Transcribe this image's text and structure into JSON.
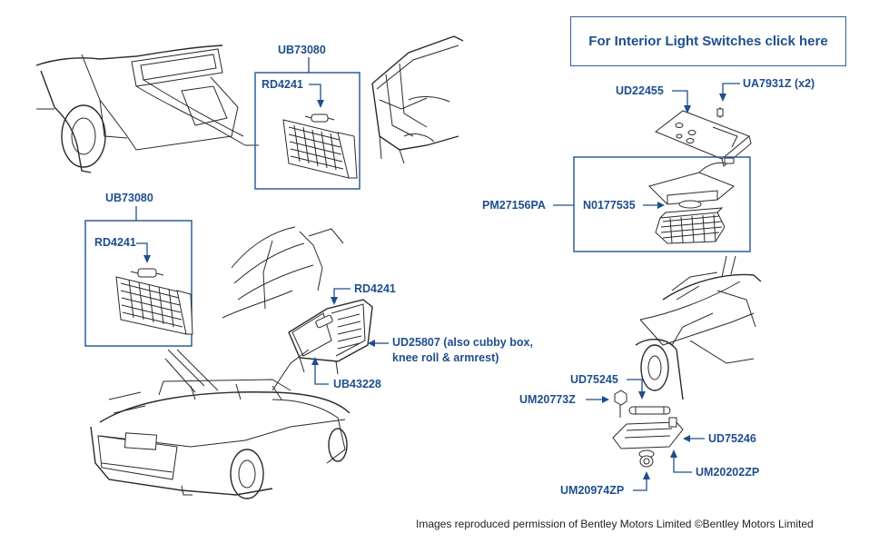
{
  "link": {
    "label": "For Interior Light Switches click here"
  },
  "labels": {
    "ub73080_top": "UB73080",
    "rd4241_top": "RD4241",
    "ub73080_left": "UB73080",
    "rd4241_left": "RD4241",
    "rd4241_mid": "RD4241",
    "ud25807": "UD25807 (also cubby box, knee roll & armrest)",
    "ub43228": "UB43228",
    "ud22455": "UD22455",
    "ua7931z": "UA7931Z (x2)",
    "pm27156pa": "PM27156PA",
    "n0177535": "N0177535",
    "ud75245": "UD75245",
    "um20773z": "UM20773Z",
    "ud75246": "UD75246",
    "um20202zp": "UM20202ZP",
    "um20974zp": "UM20974ZP"
  },
  "footer": {
    "credit": "Images reproduced permission of Bentley Motors Limited ©Bentley Motors Limited"
  },
  "colors": {
    "label": "#1f4e8c",
    "box_border": "#2f5f98",
    "line_art": "#2a2a2a"
  }
}
